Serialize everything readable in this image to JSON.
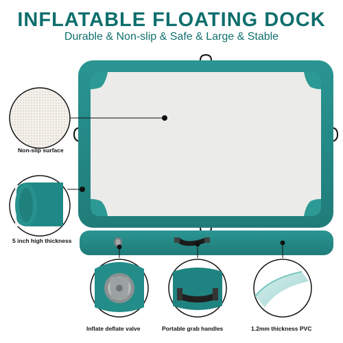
{
  "heading": {
    "title": "INFLATABLE FLOATING DOCK",
    "subtitle": "Durable & Non-slip & Safe & Large & Stable"
  },
  "features": {
    "non_slip": "Non-slip surface",
    "thickness": "5 inch high thickness",
    "valve": "Inflate deflate valve",
    "handles": "Portable grab handles",
    "pvc": "1.2mm thickness PVC"
  },
  "colors": {
    "teal": "#0f6f6d",
    "body": "#268d8a",
    "deck": "#ececec"
  }
}
